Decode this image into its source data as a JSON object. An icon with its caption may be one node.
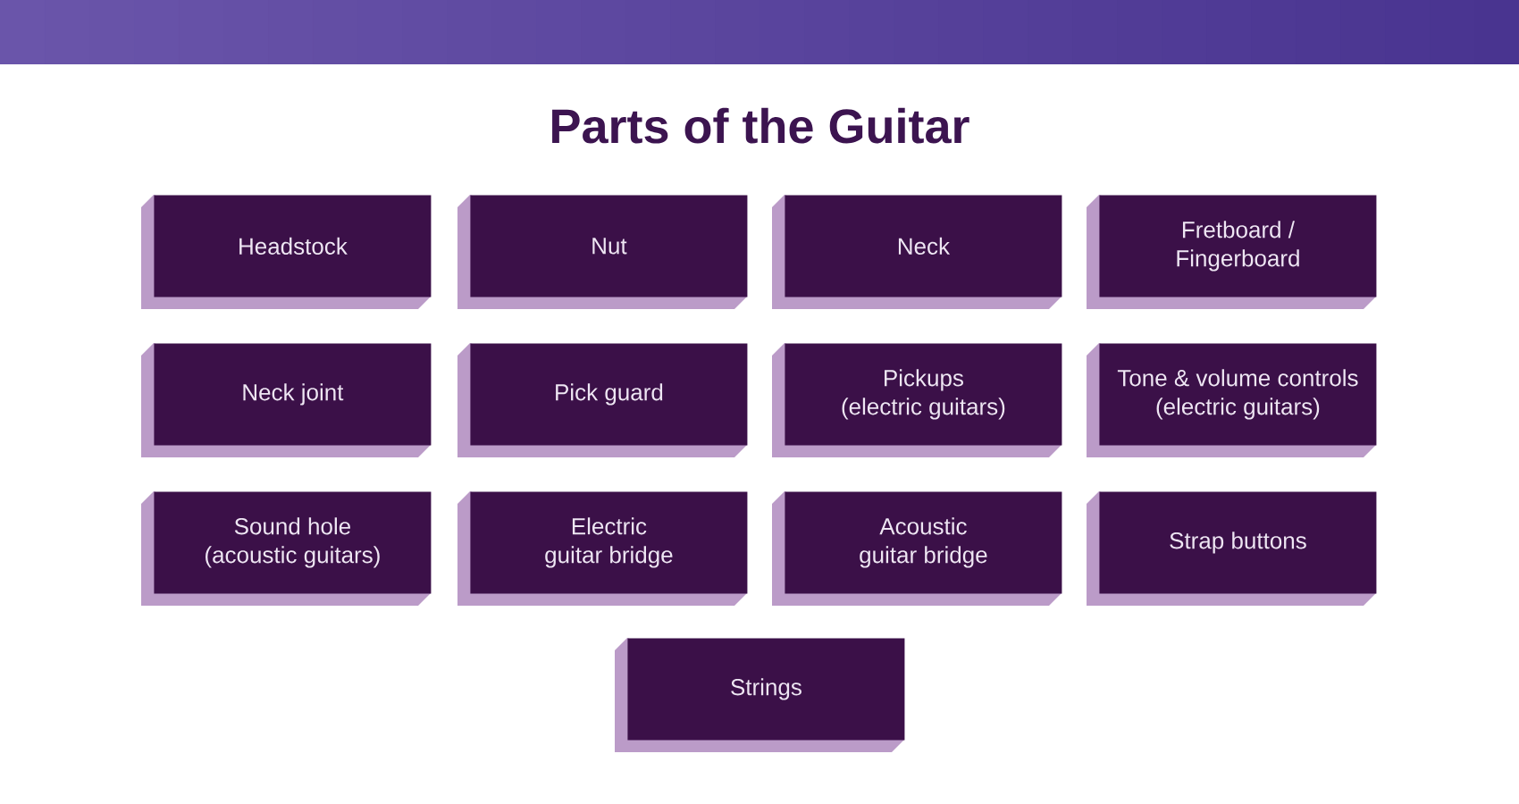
{
  "diagram": {
    "title": "Parts of the Guitar",
    "nodes": [
      {
        "text": [
          "Headstock"
        ]
      },
      {
        "text": [
          "Nut"
        ]
      },
      {
        "text": [
          "Neck"
        ]
      },
      {
        "text": [
          "Fretboard / Fingerboard"
        ]
      },
      {
        "text": [
          "Neck joint"
        ]
      },
      {
        "text": [
          "Pick guard"
        ]
      },
      {
        "text": [
          "Pickups (electric guitars)"
        ]
      },
      {
        "text": [
          "Tone & volume controls (electric guitars)"
        ]
      },
      {
        "text": [
          "Sound hole (acoustic guitars)"
        ]
      },
      {
        "text": [
          "Electric guitar bridge"
        ]
      },
      {
        "text": [
          "Acoustic guitar bridge"
        ]
      },
      {
        "text": [
          "Strap buttons"
        ]
      },
      {
        "text": [
          "Strings"
        ]
      }
    ]
  }
}
